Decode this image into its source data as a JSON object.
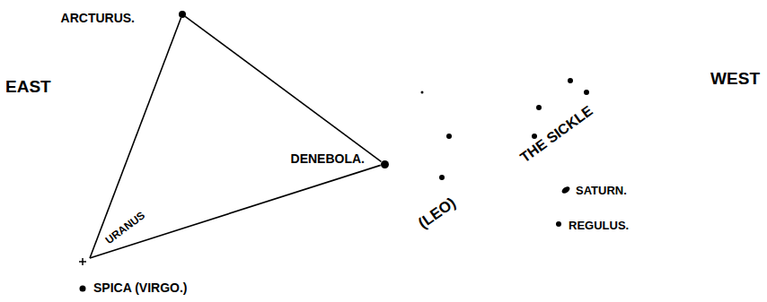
{
  "diagram": {
    "nodes": [
      {
        "text": [
          "ARCTURUS."
        ]
      },
      {
        "text": [
          "DENEBOLA."
        ]
      },
      {
        "text": [
          "URANUS"
        ]
      }
    ],
    "edges": [
      {
        "from": 0,
        "to": 1,
        "arrow": "none"
      },
      {
        "from": 1,
        "to": 2,
        "arrow": "none"
      },
      {
        "from": 0,
        "to": 2,
        "arrow": "none"
      }
    ],
    "labels": [
      "EAST",
      "WEST",
      "THE SICKLE",
      "(LEO)",
      "SATURN.",
      "REGULUS.",
      "SPICA (VIRGO.)"
    ]
  }
}
